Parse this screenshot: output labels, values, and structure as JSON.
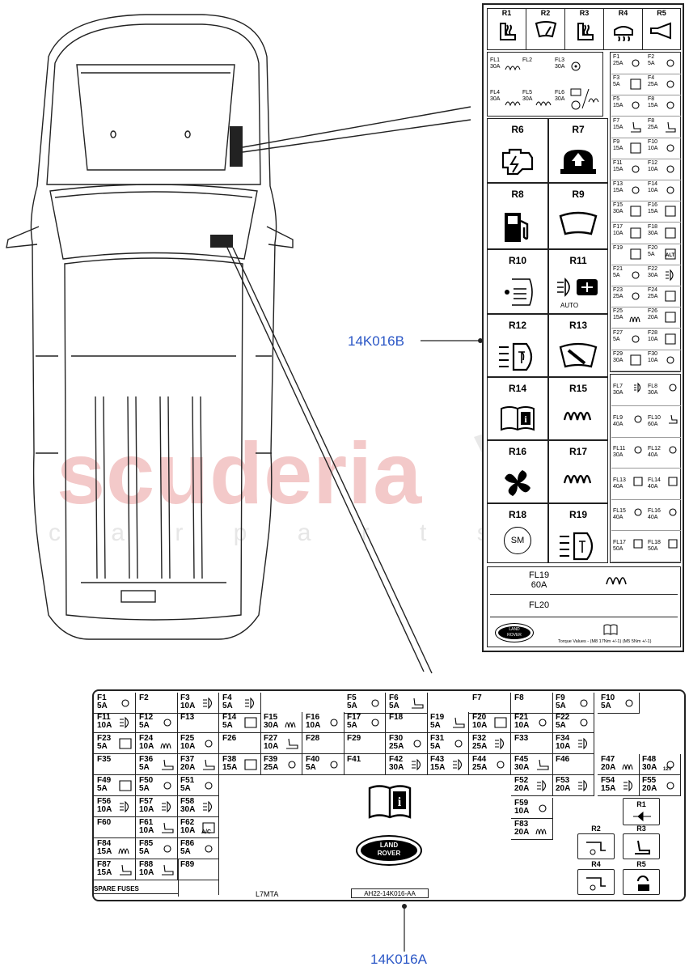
{
  "watermark": {
    "main": "scuderia",
    "sub": "c a r p a r t s"
  },
  "callouts": {
    "b": "14K016B",
    "a": "14K016A"
  },
  "panel_b": {
    "top_relays": [
      "R1",
      "R2",
      "R3",
      "R4",
      "R5"
    ],
    "fl_rows": [
      [
        {
          "id": "FL1",
          "amp": "30A"
        },
        {
          "id": "FL2",
          "amp": ""
        },
        {
          "id": "FL3",
          "amp": "30A"
        }
      ],
      [
        {
          "id": "FL4",
          "amp": "30A"
        },
        {
          "id": "FL5",
          "amp": "30A"
        },
        {
          "id": "FL6",
          "amp": "30A"
        }
      ]
    ],
    "big_relays": [
      "R6",
      "R7",
      "R8",
      "R9",
      "R10",
      "R11",
      "R12",
      "R13",
      "R14",
      "R15",
      "R16",
      "R17",
      "R18",
      "R19"
    ],
    "r11_sub": "AUTO",
    "r18_sub": "SM",
    "right_fuses": [
      {
        "id": "F1",
        "amp": "25A"
      },
      {
        "id": "F2",
        "amp": "5A"
      },
      {
        "id": "F3",
        "amp": "5A"
      },
      {
        "id": "F4",
        "amp": "25A"
      },
      {
        "id": "F5",
        "amp": "15A"
      },
      {
        "id": "F8",
        "amp": "15A"
      },
      {
        "id": "F7",
        "amp": "15A"
      },
      {
        "id": "F8",
        "amp": "25A"
      },
      {
        "id": "F9",
        "amp": "15A"
      },
      {
        "id": "F10",
        "amp": "10A"
      },
      {
        "id": "F11",
        "amp": "15A"
      },
      {
        "id": "F12",
        "amp": "10A"
      },
      {
        "id": "F13",
        "amp": "15A"
      },
      {
        "id": "F14",
        "amp": "10A"
      },
      {
        "id": "F15",
        "amp": "30A"
      },
      {
        "id": "F16",
        "amp": "15A"
      },
      {
        "id": "F17",
        "amp": "10A"
      },
      {
        "id": "F18",
        "amp": "30A"
      },
      {
        "id": "F19",
        "amp": ""
      },
      {
        "id": "F20",
        "amp": "5A"
      },
      {
        "id": "F21",
        "amp": "5A"
      },
      {
        "id": "F22",
        "amp": "30A"
      },
      {
        "id": "F23",
        "amp": "25A"
      },
      {
        "id": "F24",
        "amp": "25A"
      },
      {
        "id": "F25",
        "amp": "15A"
      },
      {
        "id": "F26",
        "amp": "20A"
      },
      {
        "id": "F27",
        "amp": "5A"
      },
      {
        "id": "F28",
        "amp": "10A"
      },
      {
        "id": "F29",
        "amp": "30A"
      },
      {
        "id": "F30",
        "amp": "10A"
      }
    ],
    "f20_alt": "ALT",
    "right_fl": [
      {
        "id": "FL7",
        "amp": "30A"
      },
      {
        "id": "FL8",
        "amp": "30A"
      },
      {
        "id": "FL9",
        "amp": "40A"
      },
      {
        "id": "FL10",
        "amp": "60A"
      },
      {
        "id": "FL11",
        "amp": "30A"
      },
      {
        "id": "FL12",
        "amp": "40A"
      },
      {
        "id": "FL13",
        "amp": "40A"
      },
      {
        "id": "FL14",
        "amp": "40A"
      },
      {
        "id": "FL15",
        "amp": "40A"
      },
      {
        "id": "FL16",
        "amp": "40A"
      },
      {
        "id": "FL17",
        "amp": "50A"
      },
      {
        "id": "FL18",
        "amp": "50A"
      }
    ],
    "fl19": {
      "id": "FL19",
      "amp": "60A"
    },
    "fl20": {
      "id": "FL20"
    },
    "logo": [
      "LAND",
      "ROVER"
    ],
    "torque": "Torque Values - (M8 17Nm +/-1) (M5 5Nm +/-1)"
  },
  "panel_a": {
    "rows": [
      [
        {
          "id": "F1",
          "amp": "5A"
        },
        {
          "id": "F2",
          "amp": ""
        },
        {
          "id": "F3",
          "amp": "10A"
        },
        {
          "id": "F4",
          "amp": "5A"
        },
        {
          "id": "F5",
          "amp": "5A"
        },
        {
          "id": "F6",
          "amp": "5A"
        },
        {
          "id": "F7",
          "amp": ""
        },
        {
          "id": "F8",
          "amp": ""
        },
        {
          "id": "F9",
          "amp": "5A"
        },
        {
          "id": "F10",
          "amp": "5A"
        }
      ],
      [
        {
          "id": "F11",
          "amp": "10A"
        },
        {
          "id": "F12",
          "amp": "5A"
        },
        {
          "id": "F13",
          "amp": ""
        },
        {
          "id": "F14",
          "amp": "5A"
        },
        {
          "id": "F15",
          "amp": "30A"
        },
        {
          "id": "F16",
          "amp": "10A"
        },
        {
          "id": "F17",
          "amp": "5A"
        },
        {
          "id": "F18",
          "amp": ""
        },
        {
          "id": "F19",
          "amp": "5A"
        },
        {
          "id": "F20",
          "amp": "10A"
        },
        {
          "id": "F21",
          "amp": "10A"
        },
        {
          "id": "F22",
          "amp": "5A"
        }
      ],
      [
        {
          "id": "F23",
          "amp": "5A"
        },
        {
          "id": "F24",
          "amp": "10A"
        },
        {
          "id": "F25",
          "amp": "10A"
        },
        {
          "id": "F26",
          "amp": ""
        },
        {
          "id": "F27",
          "amp": "10A"
        },
        {
          "id": "F28",
          "amp": ""
        },
        {
          "id": "F29",
          "amp": ""
        },
        {
          "id": "F30",
          "amp": "25A"
        },
        {
          "id": "F31",
          "amp": "5A"
        },
        {
          "id": "F32",
          "amp": "25A"
        },
        {
          "id": "F33",
          "amp": ""
        },
        {
          "id": "F34",
          "amp": "10A"
        }
      ],
      [
        {
          "id": "F35",
          "amp": ""
        },
        {
          "id": "F36",
          "amp": "5A"
        },
        {
          "id": "F37",
          "amp": "20A"
        },
        {
          "id": "F38",
          "amp": "15A"
        },
        {
          "id": "F39",
          "amp": "25A"
        },
        {
          "id": "F40",
          "amp": "5A"
        },
        {
          "id": "F41",
          "amp": ""
        },
        {
          "id": "F42",
          "amp": "30A"
        },
        {
          "id": "F43",
          "amp": "15A"
        },
        {
          "id": "F44",
          "amp": "25A"
        },
        {
          "id": "F45",
          "amp": "30A"
        },
        {
          "id": "F46",
          "amp": ""
        },
        {
          "id": "F47",
          "amp": "20A"
        },
        {
          "id": "F48",
          "amp": "30A"
        }
      ],
      [
        {
          "id": "F49",
          "amp": "5A"
        },
        {
          "id": "F50",
          "amp": "5A"
        },
        {
          "id": "F51",
          "amp": "5A"
        },
        {
          "id": "F52",
          "amp": "20A"
        },
        {
          "id": "F53",
          "amp": "20A"
        },
        {
          "id": "F54",
          "amp": "15A"
        },
        {
          "id": "F55",
          "amp": "20A"
        }
      ],
      [
        {
          "id": "F56",
          "amp": "10A"
        },
        {
          "id": "F57",
          "amp": "10A"
        },
        {
          "id": "F58",
          "amp": "30A"
        },
        {
          "id": "F59",
          "amp": "10A"
        }
      ],
      [
        {
          "id": "F60",
          "amp": ""
        },
        {
          "id": "F61",
          "amp": "10A"
        },
        {
          "id": "F62",
          "amp": "10A"
        },
        {
          "id": "F83",
          "amp": "20A"
        }
      ],
      [
        {
          "id": "F84",
          "amp": "15A"
        },
        {
          "id": "F85",
          "amp": "5A"
        },
        {
          "id": "F86",
          "amp": "5A"
        }
      ],
      [
        {
          "id": "F87",
          "amp": "15A"
        },
        {
          "id": "F88",
          "amp": "10A"
        },
        {
          "id": "F89",
          "amp": ""
        }
      ]
    ],
    "f48_sub": "12V",
    "f62_sub": "A/C",
    "relays": [
      "R1",
      "R2",
      "R3",
      "R4",
      "R5"
    ],
    "spare": "SPARE",
    "fuses": "FUSES",
    "code_left": "L7MTA",
    "code_right": "AH22-14K016-AA",
    "logo": [
      "LAND",
      "ROVER"
    ]
  }
}
